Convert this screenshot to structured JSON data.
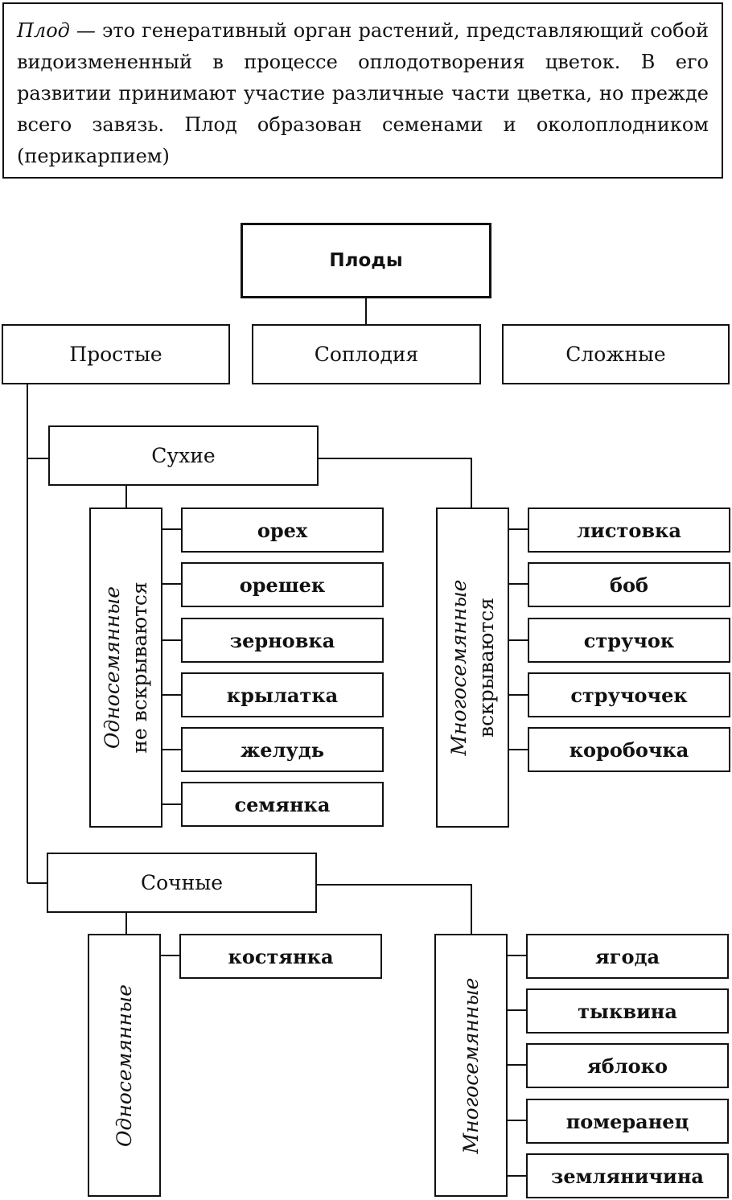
{
  "definition": {
    "term": "Плод",
    "text": " — это генеративный орган растений, представляющий собой видоизмененный в процессе оплодотворения цветок. В его развитии принимают участие различные части цветка, но прежде всего завязь. Плод образован семенами и околоплодником (перикарпием)"
  },
  "diagram": {
    "root": "Плоды",
    "level1": [
      "Простые",
      "Соплодия",
      "Сложные"
    ],
    "dry": {
      "label": "Сухие",
      "single_seeded": {
        "line1": "Односемянные",
        "line2": "не вскрываются"
      },
      "single_items": [
        "орех",
        "орешек",
        "зерновка",
        "крылатка",
        "желудь",
        "семянка"
      ],
      "multi_seeded": {
        "line1": "Многосемянные",
        "line2": "вскрываются"
      },
      "multi_items": [
        "листовка",
        "боб",
        "стручок",
        "стручочек",
        "коробочка"
      ]
    },
    "fleshy": {
      "label": "Сочные",
      "single_seeded": {
        "line1": "Односемянные"
      },
      "single_items": [
        "костянка"
      ],
      "multi_seeded": {
        "line1": "Многосемянные"
      },
      "multi_items": [
        "ягода",
        "тыквина",
        "яблоко",
        "померанец",
        "земляничина"
      ]
    }
  }
}
